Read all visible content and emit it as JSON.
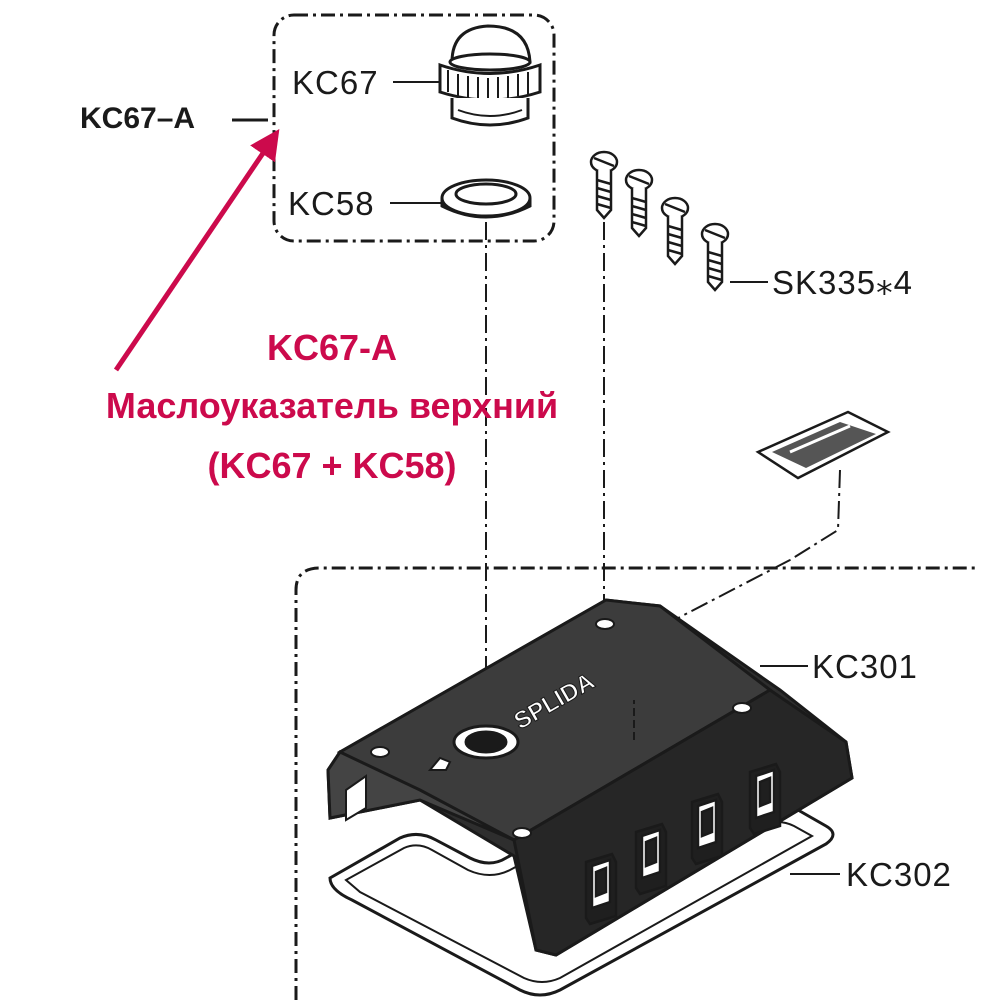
{
  "labels": {
    "kc67a": "KC67–A",
    "kc67": "KC67",
    "kc58": "KC58",
    "sk335": "SK335⁎4",
    "kc301": "KC301",
    "kc302": "KC302",
    "cover_text": "SPLIDA"
  },
  "annotation": {
    "code": "KC67-A",
    "description": "Маслоуказатель верхний",
    "composition": "(KC67 + KC58)",
    "color": "#cc0a4c"
  }
}
